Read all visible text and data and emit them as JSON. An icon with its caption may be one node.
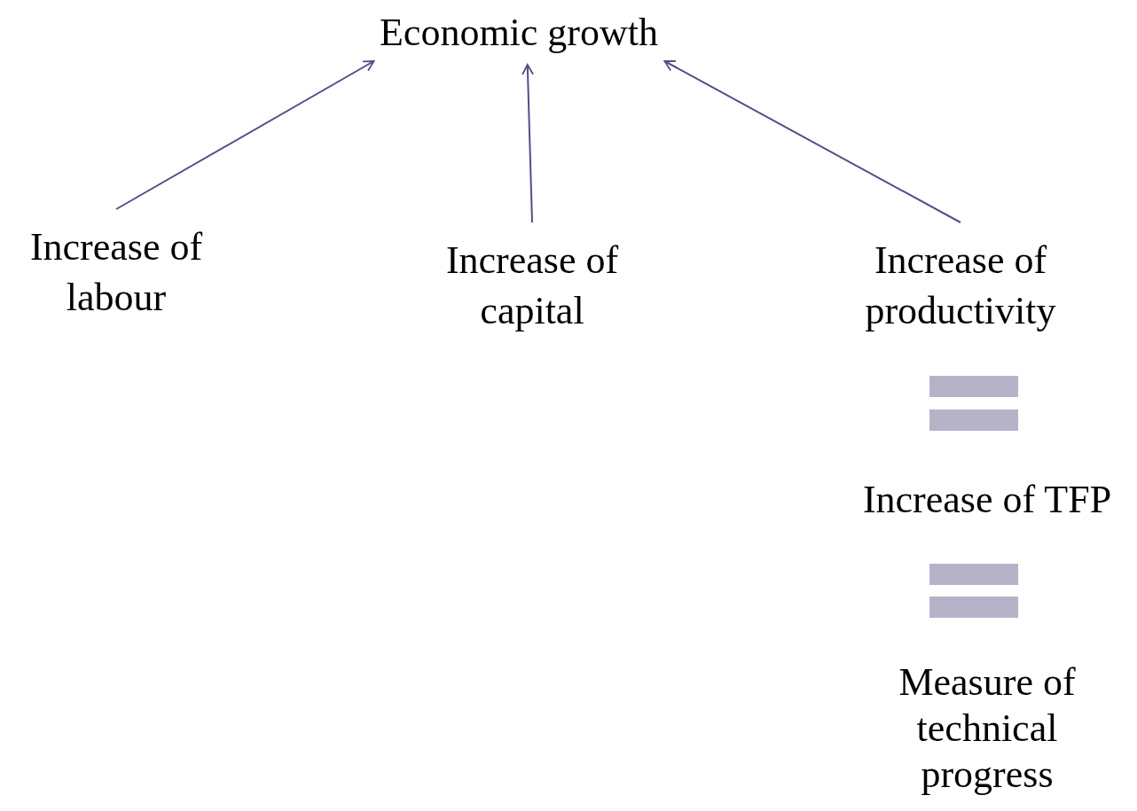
{
  "diagram": {
    "nodes": [
      {
        "text": [
          "Economic growth"
        ]
      },
      {
        "text": [
          "Increase of labour"
        ]
      },
      {
        "text": [
          "Increase of capital"
        ]
      },
      {
        "text": [
          "Increase of productivity"
        ]
      },
      {
        "text": [
          "Increase of TFP"
        ]
      },
      {
        "text": [
          "Measure of technical progress"
        ]
      }
    ],
    "edges": [
      {
        "from": 1,
        "to": 0,
        "arrow": "to"
      },
      {
        "from": 2,
        "to": 0,
        "arrow": "to"
      },
      {
        "from": 3,
        "to": 0,
        "arrow": "to"
      }
    ]
  }
}
